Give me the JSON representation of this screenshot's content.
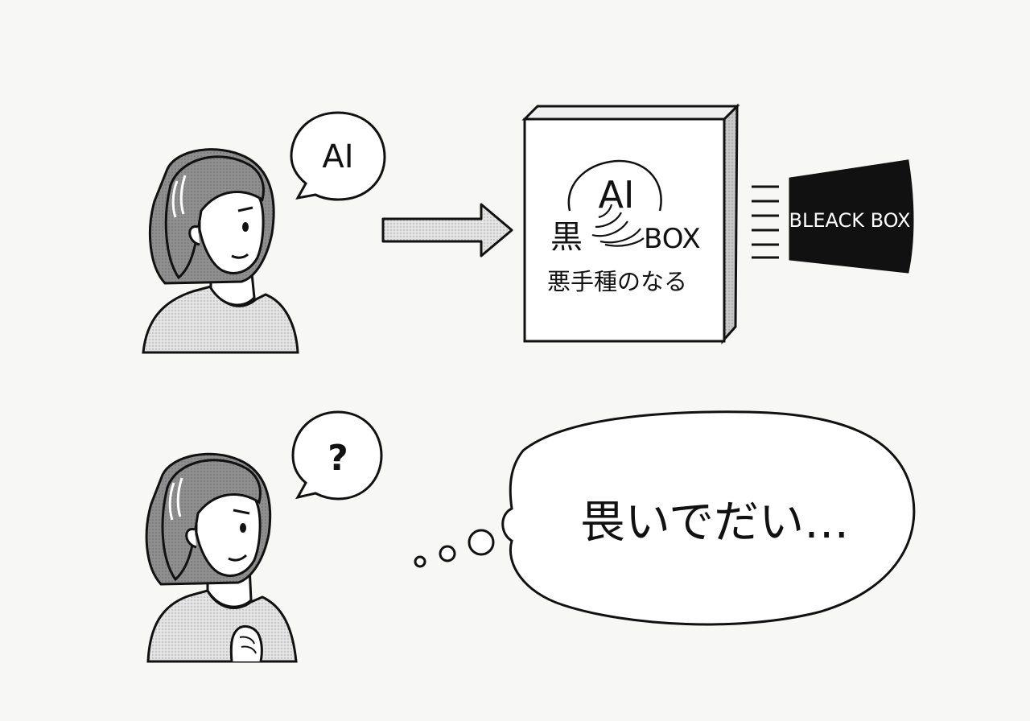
{
  "panel_top": {
    "speech_bubble_text": "AI",
    "box_front": {
      "ai_text": "AI",
      "kanji_text": "黒",
      "box_text": "BOX",
      "subtitle_text": "悪手種のなる"
    },
    "dark_box_text": "BLEACK BOX"
  },
  "panel_bottom": {
    "speech_bubble_text": "?",
    "thought_bubble_text": "畏いでだい…"
  },
  "colors": {
    "background": "#f7f7f5",
    "ink": "#111111",
    "hair": "#8a8a8a",
    "shirt": "#d6d6d6",
    "box_side": "#bdbdbd",
    "dark_box": "#111111"
  }
}
